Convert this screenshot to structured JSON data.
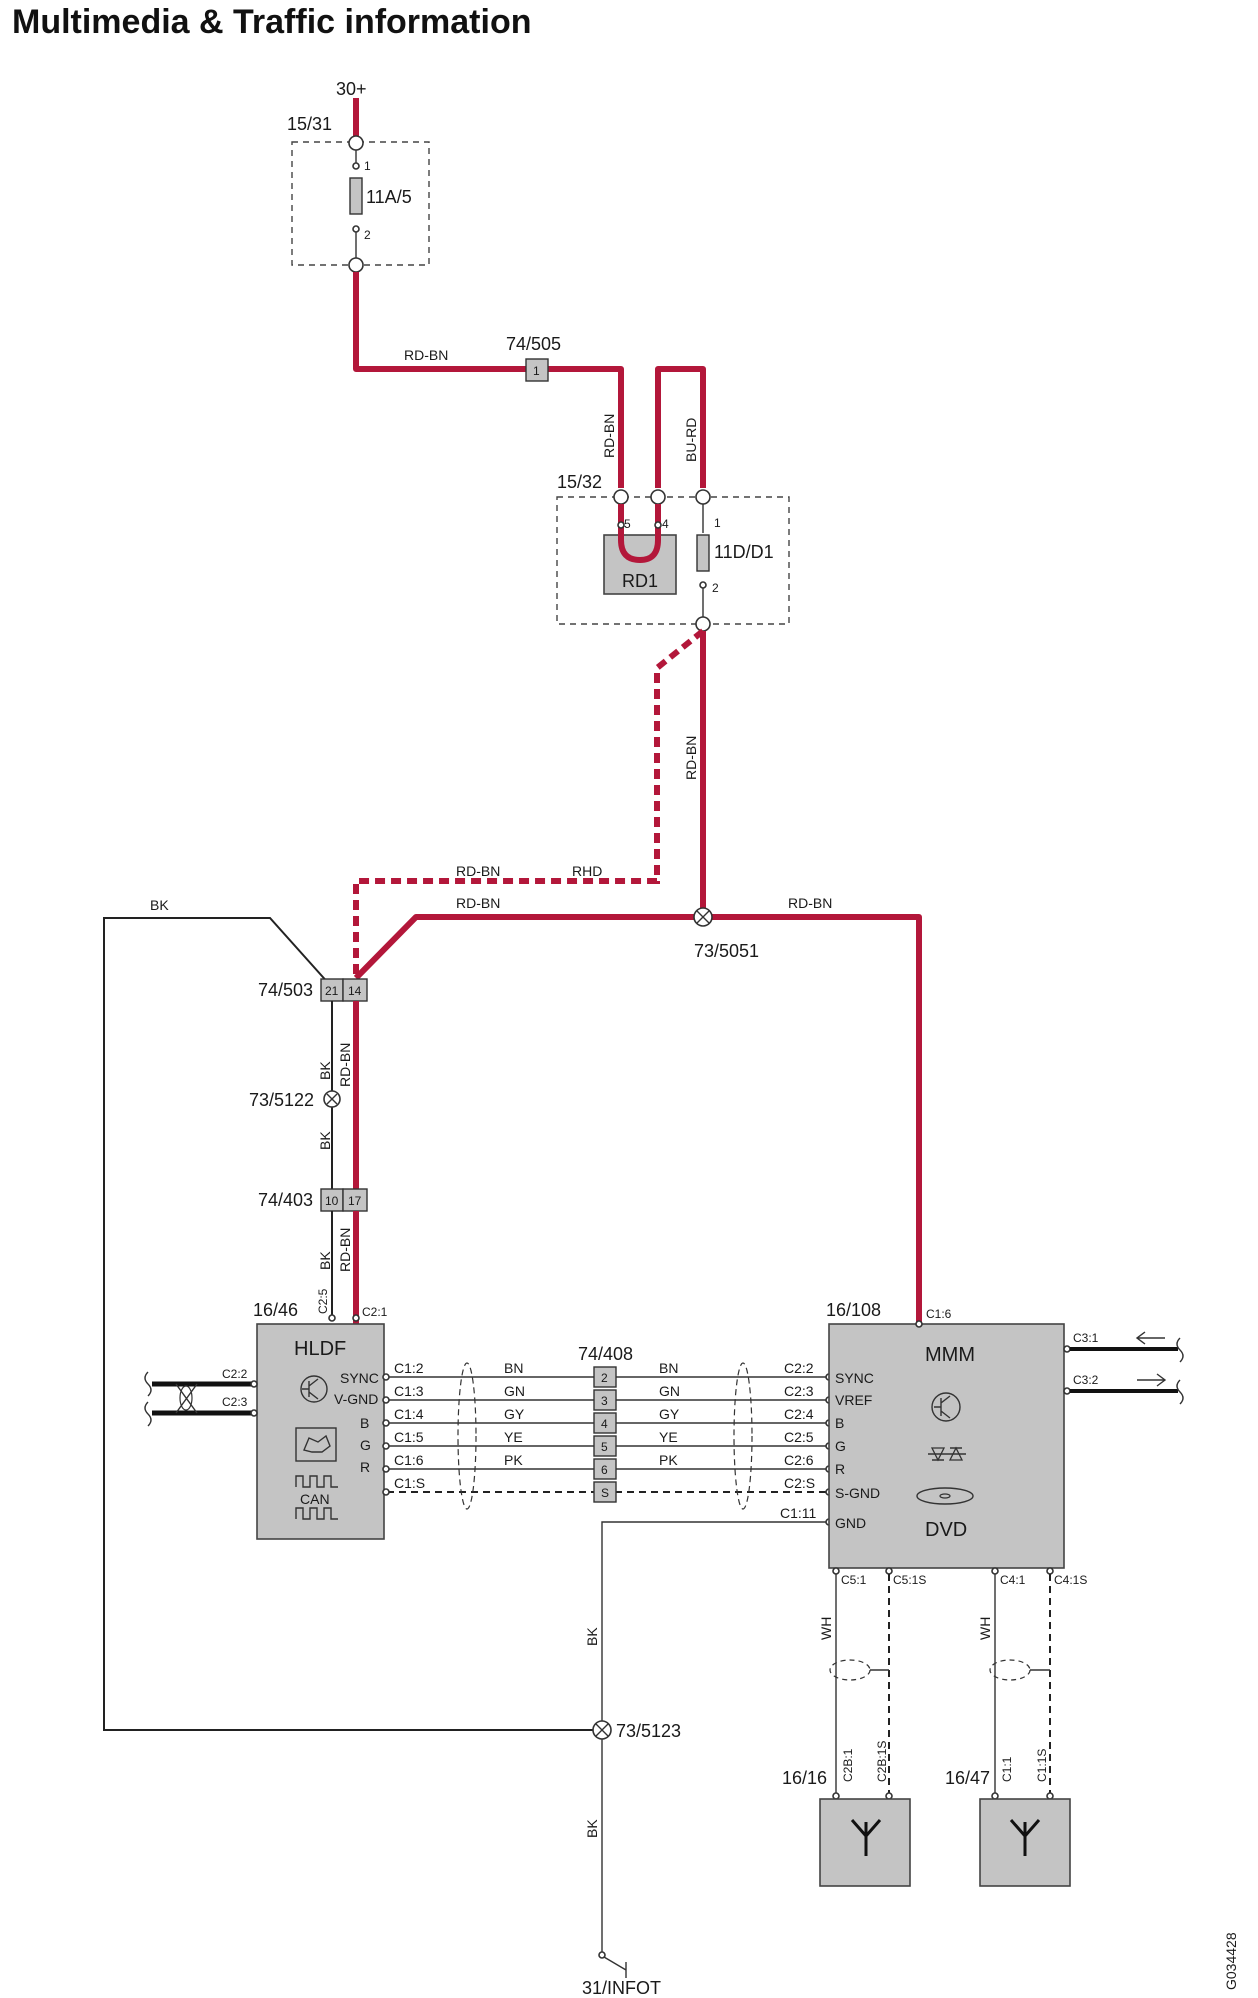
{
  "title": "Multimedia & Traffic information",
  "figure_id": "G034428",
  "terminals": {
    "supply": "30+",
    "ground": "31/INFOT"
  },
  "fusebox_1": {
    "id": "15/31",
    "fuse": "11A/5",
    "pin1": "1",
    "pin2": "2"
  },
  "fusebox_2": {
    "id": "15/32",
    "relay": "RD1",
    "fuse": "11D/D1",
    "relay_pin_a": "5",
    "relay_pin_b": "4",
    "fuse_pin1": "1",
    "fuse_pin2": "2"
  },
  "connectors": {
    "c505": {
      "id": "74/505",
      "pin": "1"
    },
    "c503": {
      "id": "74/503",
      "pin_a": "21",
      "pin_b": "14"
    },
    "c403": {
      "id": "74/403",
      "pin_a": "10",
      "pin_b": "17"
    },
    "c408": {
      "id": "74/408",
      "pins": [
        "2",
        "3",
        "4",
        "5",
        "6",
        "S"
      ]
    }
  },
  "splices": {
    "s5051": "73/5051",
    "s5122": "73/5122",
    "s5123": "73/5123"
  },
  "wire_colors": {
    "rd_bn": "RD-BN",
    "bu_rd": "BU-RD",
    "rhd": "RHD",
    "bk": "BK",
    "wh": "WH",
    "bus": [
      "BN",
      "GN",
      "GY",
      "YE",
      "PK"
    ]
  },
  "hldf": {
    "id": "16/46",
    "name": "HLDF",
    "pins_left": [
      "C2:2",
      "C2:3"
    ],
    "pins_top": [
      "C2:5",
      "C2:1"
    ],
    "signals": [
      "SYNC",
      "V-GND",
      "B",
      "G",
      "R"
    ],
    "pins_right": [
      "C1:2",
      "C1:3",
      "C1:4",
      "C1:5",
      "C1:6",
      "C1:S"
    ],
    "can_label": "CAN"
  },
  "mmm": {
    "id": "16/108",
    "name": "MMM",
    "sub": "DVD",
    "pin_top": "C1:6",
    "pins_left": [
      "C2:2",
      "C2:3",
      "C2:4",
      "C2:5",
      "C2:6",
      "C2:S",
      "C1:11"
    ],
    "signals": [
      "SYNC",
      "VREF",
      "B",
      "G",
      "R",
      "S-GND",
      "GND"
    ],
    "pins_right": [
      "C3:1",
      "C3:2"
    ],
    "pins_bottom": [
      "C5:1",
      "C5:1S",
      "C4:1",
      "C4:1S"
    ]
  },
  "antennas": [
    {
      "id": "16/16",
      "pins": [
        "C2B:1",
        "C2B:1S"
      ]
    },
    {
      "id": "16/47",
      "pins": [
        "C1:1",
        "C1:1S"
      ]
    }
  ],
  "colors": {
    "wire_red": "#b3173a",
    "module_gray": "#c4c4c4"
  }
}
